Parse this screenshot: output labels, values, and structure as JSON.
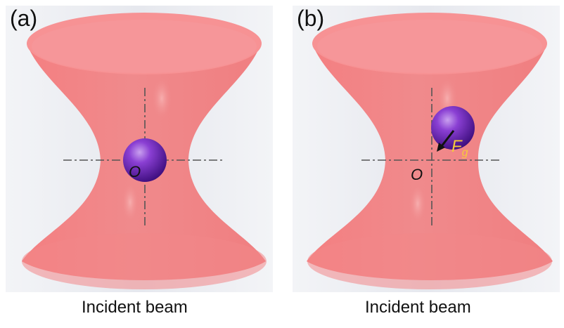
{
  "panels": [
    {
      "label": "(a)",
      "origin_label": "O",
      "caption": "Incident beam"
    },
    {
      "label": "(b)",
      "origin_label": "O",
      "force_label": "F",
      "force_subscript": "g",
      "caption": "Incident beam"
    }
  ],
  "colors": {
    "beam": "#f07f80",
    "beam_highlight": "#f7a4a4",
    "particle": "#6b1fb0",
    "particle_highlight": "#b98be6",
    "axis": "#555555",
    "force_arrow": "#111111",
    "force_label": "#f6c93b",
    "background": "#e8ebf2"
  }
}
